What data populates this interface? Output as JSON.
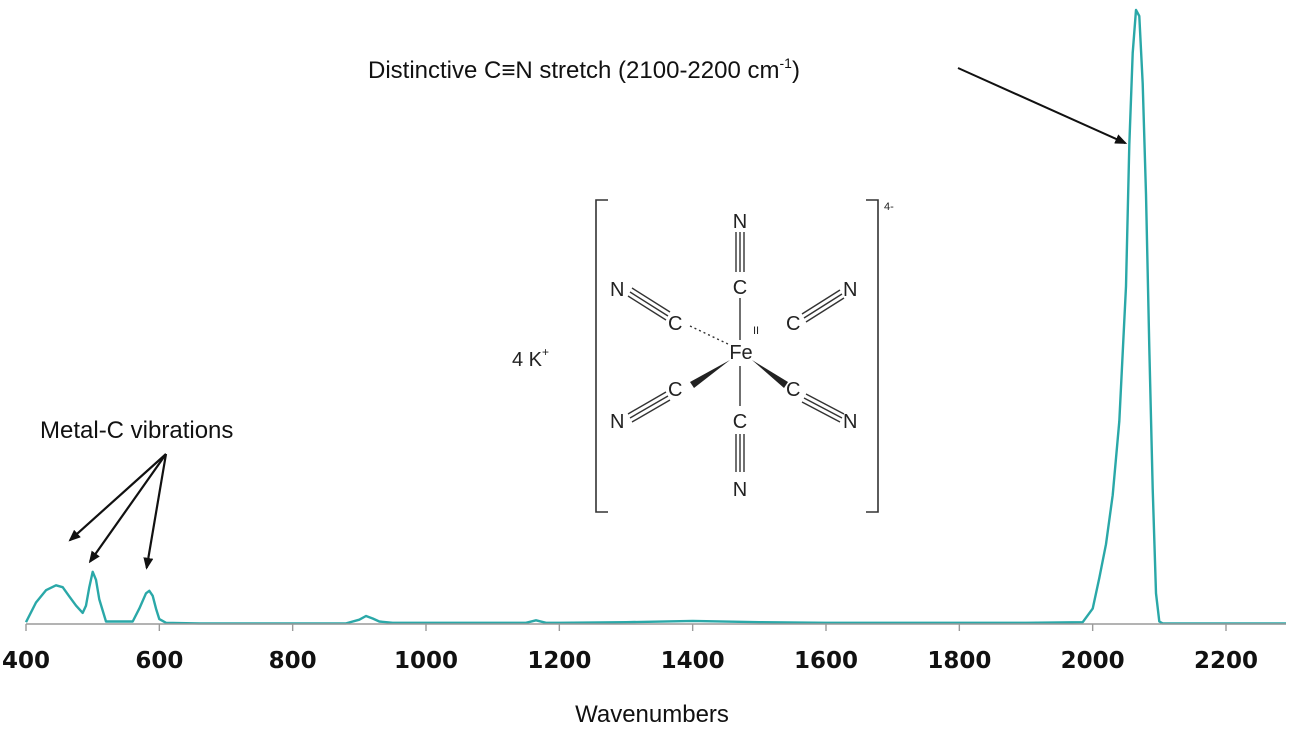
{
  "chart_data": {
    "type": "line",
    "title": "",
    "xlabel": "Wavenumbers",
    "ylabel": "",
    "xlim": [
      400,
      2290
    ],
    "ylim": [
      0,
      1.0
    ],
    "x_ticks": [
      400,
      600,
      800,
      1000,
      1200,
      1400,
      1600,
      1800,
      2000,
      2200
    ],
    "grid": false,
    "legend": "none",
    "series": [
      {
        "color": "#2aa8a8",
        "x": [
          400,
          415,
          430,
          445,
          455,
          465,
          475,
          485,
          490,
          495,
          500,
          505,
          510,
          520,
          560,
          570,
          580,
          585,
          590,
          595,
          600,
          610,
          660,
          700,
          800,
          880,
          900,
          910,
          920,
          930,
          950,
          1000,
          1100,
          1150,
          1165,
          1180,
          1200,
          1300,
          1400,
          1500,
          1600,
          1700,
          1800,
          1900,
          1985,
          2000,
          2010,
          2020,
          2030,
          2040,
          2050,
          2055,
          2060,
          2065,
          2070,
          2075,
          2080,
          2085,
          2090,
          2095,
          2100,
          2105,
          2150,
          2200,
          2290
        ],
        "y": [
          0.003,
          0.035,
          0.055,
          0.063,
          0.06,
          0.045,
          0.03,
          0.018,
          0.03,
          0.06,
          0.085,
          0.072,
          0.04,
          0.004,
          0.004,
          0.025,
          0.05,
          0.054,
          0.046,
          0.025,
          0.008,
          0.002,
          0.001,
          0.001,
          0.001,
          0.001,
          0.007,
          0.013,
          0.009,
          0.004,
          0.002,
          0.002,
          0.002,
          0.002,
          0.006,
          0.002,
          0.002,
          0.003,
          0.005,
          0.003,
          0.002,
          0.002,
          0.002,
          0.002,
          0.003,
          0.025,
          0.075,
          0.13,
          0.21,
          0.33,
          0.55,
          0.78,
          0.93,
          1.0,
          0.99,
          0.88,
          0.7,
          0.45,
          0.22,
          0.05,
          0.004,
          0.001,
          0.001,
          0.001,
          0.001
        ]
      }
    ],
    "annotations": [
      {
        "text_before": "Distinctive C≡N stretch (2100-2200 cm",
        "superscript": "-1",
        "text_after": ")",
        "arrow_to": [
          2070,
          0.78
        ]
      },
      {
        "text": "Metal-C vibrations",
        "arrows_to": [
          [
            475,
            0.13
          ],
          [
            505,
            0.095
          ],
          [
            590,
            0.085
          ]
        ]
      }
    ],
    "structure_inset": {
      "counter_ion": "4 K",
      "counter_ion_charge": "+",
      "metal": "Fe",
      "metal_oxidation": "II",
      "complex_charge": "4-",
      "ligand_carbon": "C",
      "ligand_nitrogen": "N"
    }
  }
}
